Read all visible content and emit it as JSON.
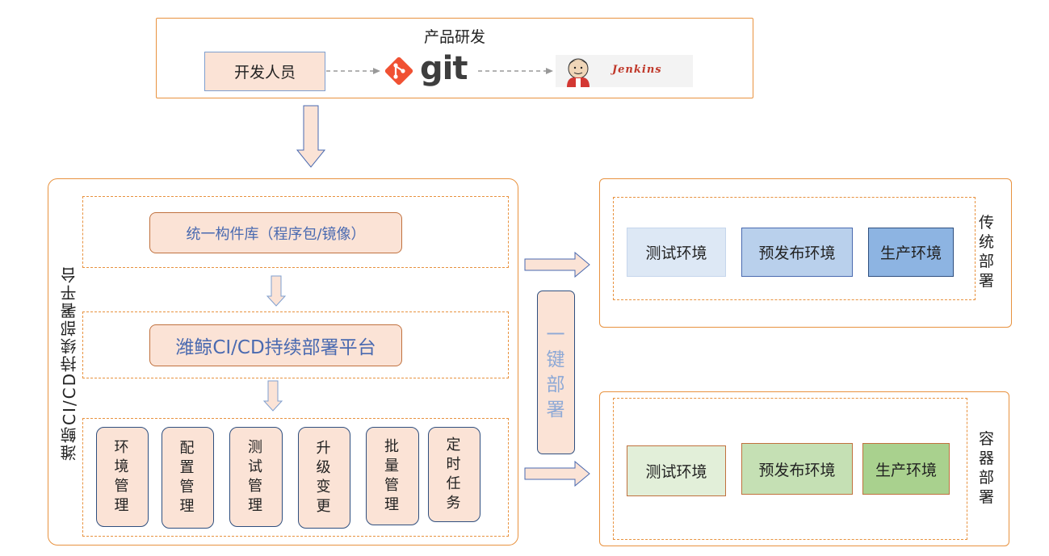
{
  "top": {
    "title": "产品研发",
    "developer_label": "开发人员",
    "git_label": "git",
    "jenkins_label": "Jenkins"
  },
  "platform": {
    "side_title": "潍鲸CI/CD持续部署平台",
    "artifact_repo": "统一构件库（程序包/镜像）",
    "core": "潍鲸CI/CD持续部署平台",
    "modules": [
      "环境管理",
      "配置管理",
      "测试管理",
      "升级变更",
      "批量管理",
      "定时任务"
    ]
  },
  "one_click": "一键部署",
  "traditional": {
    "title": "传统部署",
    "envs": [
      "测试环境",
      "预发布环境",
      "生产环境"
    ]
  },
  "container": {
    "title": "容器部署",
    "envs": [
      "测试环境",
      "预发布环境",
      "生产环境"
    ]
  },
  "colors": {
    "orange_border": "#e8923f",
    "peach_fill": "#fbe3d6",
    "blue_light": "#dde8f5",
    "blue_mid": "#b9d0ec",
    "blue_dark": "#8db4e2",
    "green_light": "#e2efd9",
    "green_mid": "#c5e0b4",
    "green_dark": "#a9d18e",
    "text_blue": "#4a6ab0"
  }
}
